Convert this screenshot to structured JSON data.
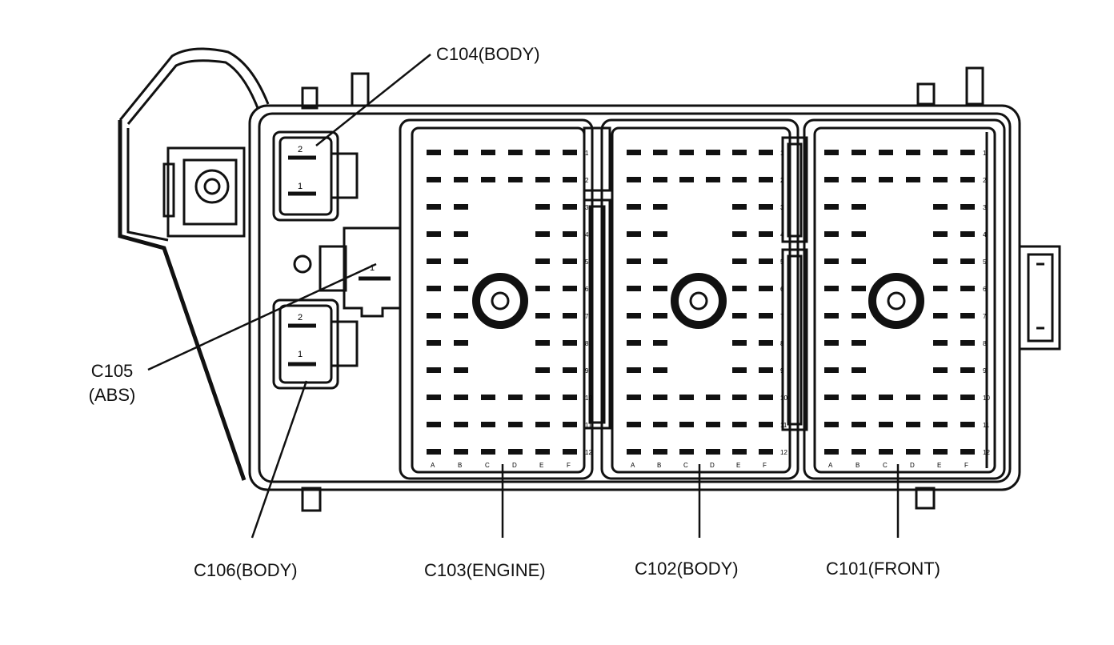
{
  "labels": {
    "c104": "C104(BODY)",
    "c105_line1": "C105",
    "c105_line2": "(ABS)",
    "c106": "C106(BODY)",
    "c103": "C103(ENGINE)",
    "c102": "C102(BODY)",
    "c101": "C101(FRONT)"
  },
  "small_connectors": {
    "c104_pins": [
      "2",
      "1"
    ],
    "c105_pins": [
      "1"
    ],
    "c106_pins": [
      "2",
      "1"
    ]
  },
  "large_connectors": {
    "row_numbers": [
      "1",
      "2",
      "3",
      "4",
      "5",
      "6",
      "7",
      "8",
      "9",
      "10",
      "11",
      "12"
    ],
    "column_letters": [
      "A",
      "B",
      "C",
      "D",
      "E",
      "F"
    ]
  },
  "colors": {
    "line": "#111111",
    "background": "#ffffff"
  }
}
